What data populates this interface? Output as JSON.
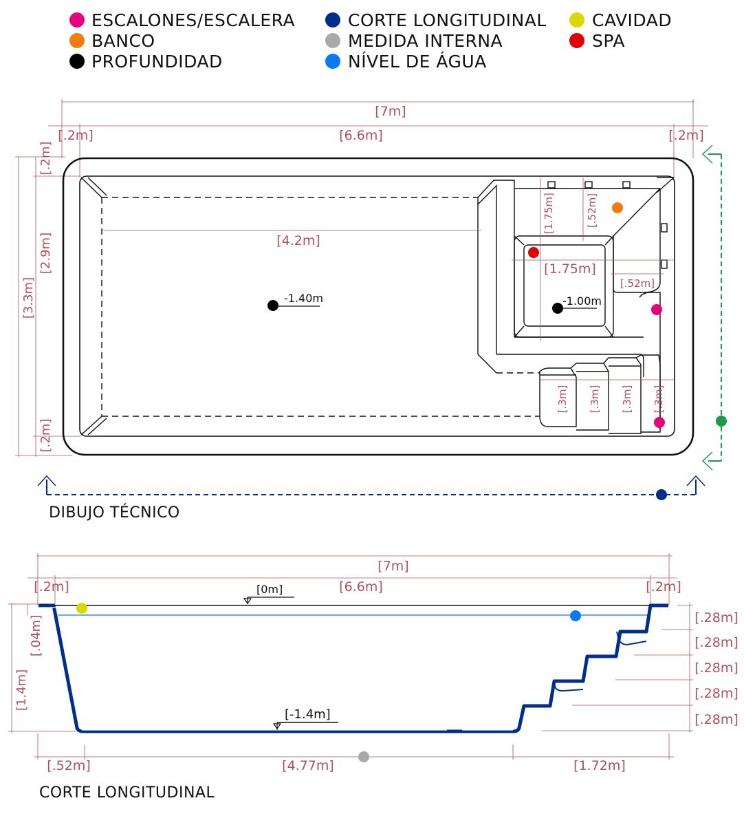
{
  "legend": {
    "items": [
      {
        "label": "ESCALONES/ESCALERA",
        "color": "#e6007e"
      },
      {
        "label": "BANCO",
        "color": "#f07d0c"
      },
      {
        "label": "PROFUNDIDAD",
        "color": "#000000"
      },
      {
        "label": "CORTE LONGITUDINAL",
        "color": "#002e8c"
      },
      {
        "label": "MEDIDA INTERNA",
        "color": "#a9a9a9"
      },
      {
        "label": "NÍVEL DE ÁGUA",
        "color": "#0a7af0"
      },
      {
        "label": "CAVIDAD",
        "color": "#d9d900"
      },
      {
        "label": "SPA",
        "color": "#e00000"
      }
    ]
  },
  "plan": {
    "title": "DIBUJO TÉCNICO",
    "total_length": "[7m]",
    "inner_length": "[6.6m]",
    "edge_left": "[.2m]",
    "edge_right": "[.2m]",
    "total_width": "[3.3m]",
    "inner_width": "[2.9m]",
    "edge_top": "[.2m]",
    "edge_bottom": "[.2m]",
    "floor_length": "[4.2m]",
    "depth_main": "-1.40m",
    "depth_spa": "-1.00m",
    "spa_width": "[1.75m]",
    "spa_height": "[1.75m]",
    "bench_top": "[.52m]",
    "bench_side": "[.52m]",
    "step_1": "[.3m]",
    "step_2": "[.3m]",
    "step_3": "[.3m]",
    "step_4": "[.3m]"
  },
  "section": {
    "title": "CORTE LONGITUDINAL",
    "total_length": "[7m]",
    "inner_length": "[6.6m]",
    "edge_left": "[.2m]",
    "edge_right": "[.2m]",
    "level_top": "[0m]",
    "level_bottom": "[-1.4m]",
    "depth": "[1.4m]",
    "rim": "[.04m]",
    "step_heights": [
      "[.28m]",
      "[.28m]",
      "[.28m]",
      "[.28m]",
      "[.28m]"
    ],
    "slope_left": "[.52m]",
    "floor": "[4.77m]",
    "stairs_run": "[1.72m]"
  }
}
